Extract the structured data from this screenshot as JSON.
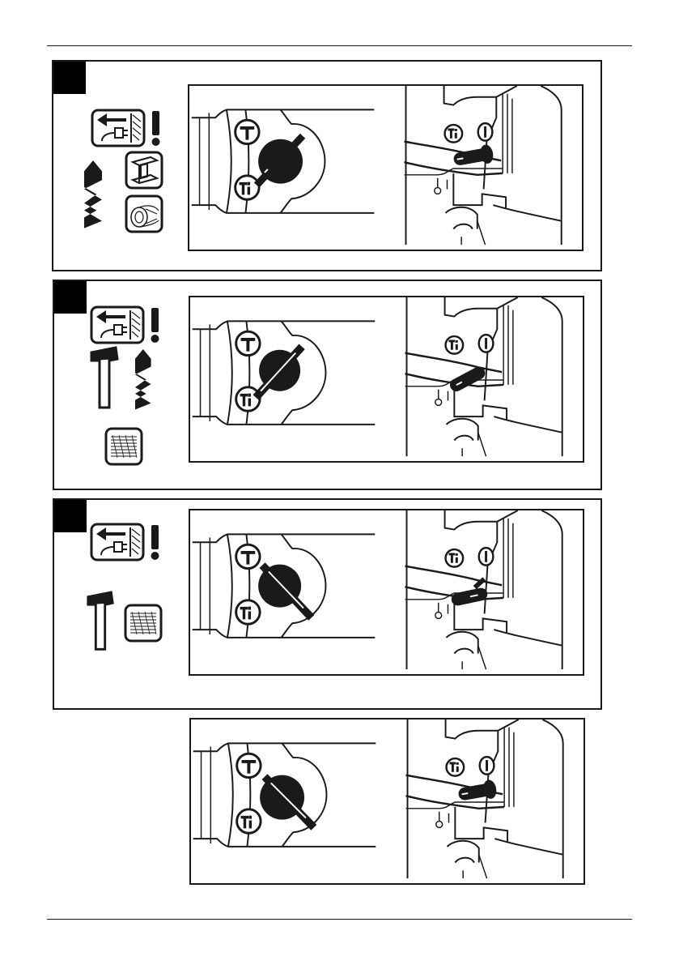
{
  "document": {
    "type": "instruction manual page (hammer drill mode selector)",
    "panels": [
      {
        "id": "mode-drill",
        "icons": [
          "unplug-warning-icon",
          "drill-bit-icon",
          "steel-beam-material-icon",
          "wood-material-icon"
        ],
        "selector": "drill"
      },
      {
        "id": "mode-hammer-drill",
        "icons": [
          "unplug-warning-icon",
          "hammer-icon",
          "drill-bit-icon",
          "masonry-material-icon"
        ],
        "selector": "hammer-drill"
      },
      {
        "id": "mode-chisel",
        "icons": [
          "unplug-warning-icon",
          "hammer-icon",
          "masonry-material-icon"
        ],
        "selector": "chisel"
      },
      {
        "id": "mode-chisel-adjust",
        "icons": [],
        "selector": "chisel-adjust"
      }
    ]
  },
  "colors": {
    "ink": "#1a1a1a",
    "paper": "#ffffff"
  }
}
